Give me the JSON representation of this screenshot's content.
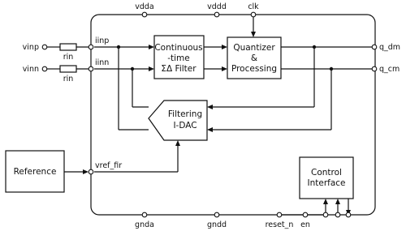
{
  "pins": {
    "vdda": "vdda",
    "vddd": "vddd",
    "clk": "clk",
    "vinp": "vinp",
    "vinn": "vinn",
    "rin_top": "rin",
    "rin_bottom": "rin",
    "iinp": "iinp",
    "iinn": "iinn",
    "q_dm": "q_dm",
    "q_cm": "q_cm",
    "vref_fir": "vref_fir",
    "gnda": "gnda",
    "gndd": "gndd",
    "reset_n": "reset_n",
    "en": "en"
  },
  "blocks": {
    "filter": {
      "line1": "Continuous",
      "line2": "-time",
      "line3": "ΣΔ Filter"
    },
    "quantizer": {
      "line1": "Quantizer",
      "line2": "&",
      "line3": "Processing"
    },
    "idac": {
      "line1": "Filtering",
      "line2": "I-DAC"
    },
    "reference": {
      "label": "Reference"
    },
    "control": {
      "line1": "Control",
      "line2": "Interface"
    }
  }
}
